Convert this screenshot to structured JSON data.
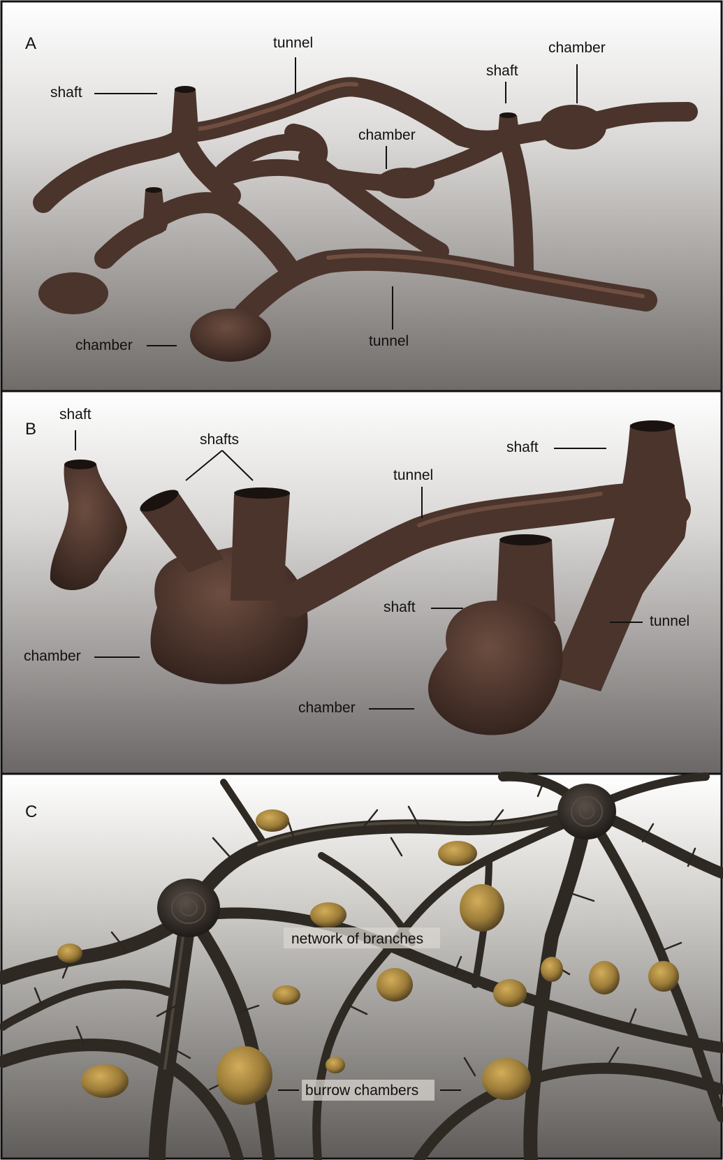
{
  "panels": [
    {
      "id": "A",
      "letter": "A",
      "labels": {
        "shaft_left": "shaft",
        "tunnel_top": "tunnel",
        "shaft_right": "shaft",
        "chamber_top_right": "chamber",
        "chamber_center": "chamber",
        "chamber_bottom": "chamber",
        "tunnel_bottom": "tunnel"
      }
    },
    {
      "id": "B",
      "letter": "B",
      "labels": {
        "shaft_left": "shaft",
        "shafts": "shafts",
        "shaft_right": "shaft",
        "tunnel_top": "tunnel",
        "shaft_middle": "shaft",
        "tunnel_right": "tunnel",
        "chamber_left": "chamber",
        "chamber_bottom": "chamber"
      }
    },
    {
      "id": "C",
      "letter": "C",
      "labels": {
        "network": "network of branches",
        "chambers": "burrow chambers"
      }
    }
  ],
  "colors": {
    "burrow": "#4a342b",
    "burrow_highlight": "#8a6250",
    "branch": "#2e2923",
    "branch_highlight": "#5a5249",
    "chamber_fill": "#a07f3a"
  }
}
